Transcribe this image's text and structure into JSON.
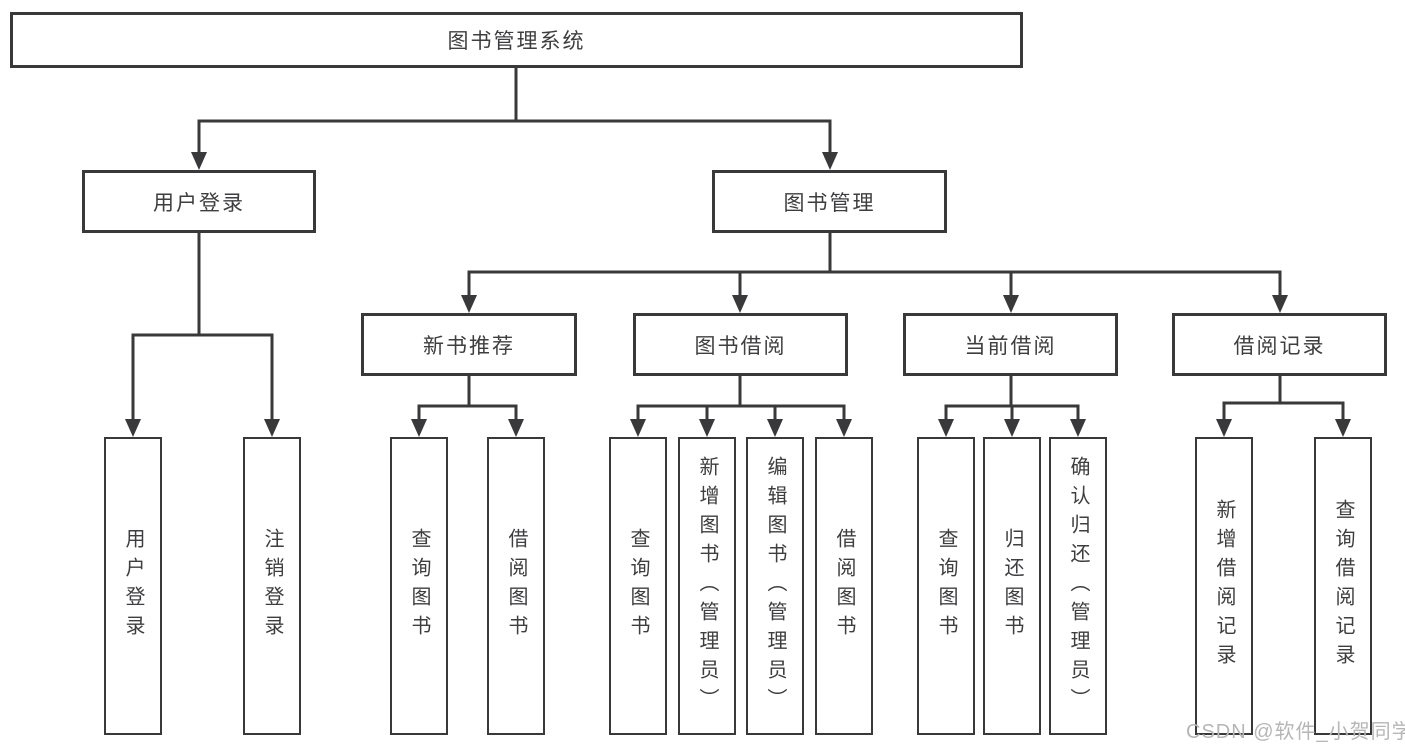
{
  "diagram_type": "hierarchy-tree",
  "tree": {
    "label": "图书管理系统",
    "children": [
      {
        "label": "用户登录",
        "children": [
          {
            "label": "用户登录"
          },
          {
            "label": "注销登录"
          }
        ]
      },
      {
        "label": "图书管理",
        "children": [
          {
            "label": "新书推荐",
            "children": [
              {
                "label": "查询图书"
              },
              {
                "label": "借阅图书"
              }
            ]
          },
          {
            "label": "图书借阅",
            "children": [
              {
                "label": "查询图书"
              },
              {
                "label": "新增图书（管理员）"
              },
              {
                "label": "编辑图书（管理员）"
              },
              {
                "label": "借阅图书"
              }
            ]
          },
          {
            "label": "当前借阅",
            "children": [
              {
                "label": "查询图书"
              },
              {
                "label": "归还图书"
              },
              {
                "label": "确认归还（管理员）"
              }
            ]
          },
          {
            "label": "借阅记录",
            "children": [
              {
                "label": "新增借阅记录"
              },
              {
                "label": "查询借阅记录"
              }
            ]
          }
        ]
      }
    ]
  },
  "watermark": {
    "text": "CSDN @软件_小贺同学"
  },
  "colors": {
    "line": "#39393b",
    "text": "#3e3e40",
    "watermark": "#b6b6b6",
    "background": "#ffffff"
  }
}
